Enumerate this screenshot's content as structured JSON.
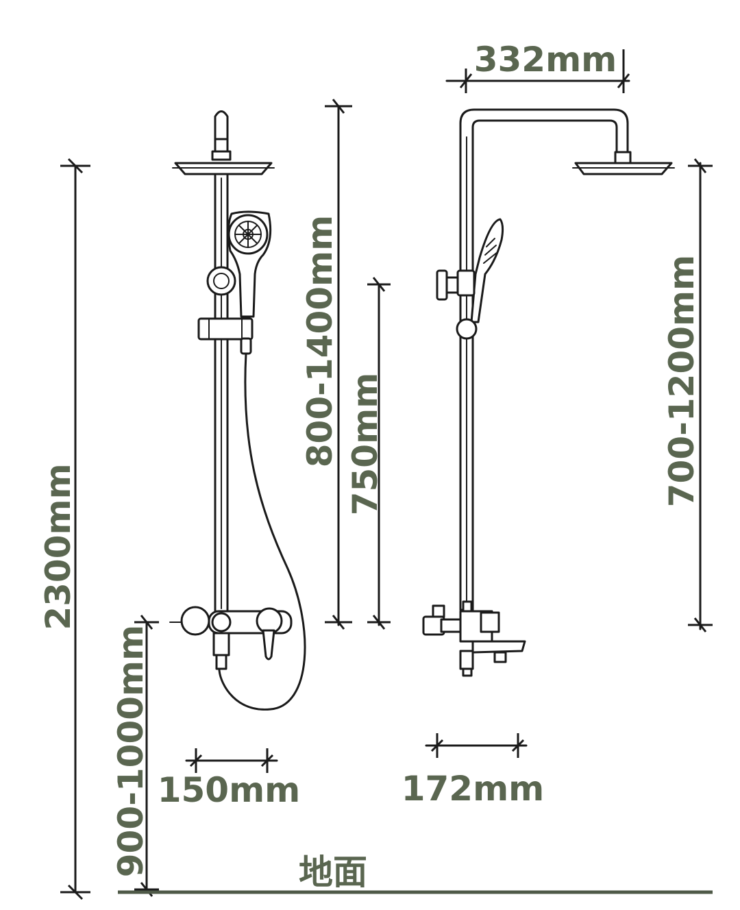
{
  "colors": {
    "label": "#5a6650",
    "ground_line": "#4f5a48",
    "ink": "#1a1a1a"
  },
  "front_view": {
    "total_height": "2300mm",
    "valve_height": "900-1000mm",
    "valve_spacing": "150mm",
    "rail_height": "800-1400mm",
    "slide_bar_length": "750mm"
  },
  "side_view": {
    "arm_reach": "332mm",
    "head_height": "700-1200mm",
    "spout_width": "172mm"
  },
  "ground_label": "地面"
}
